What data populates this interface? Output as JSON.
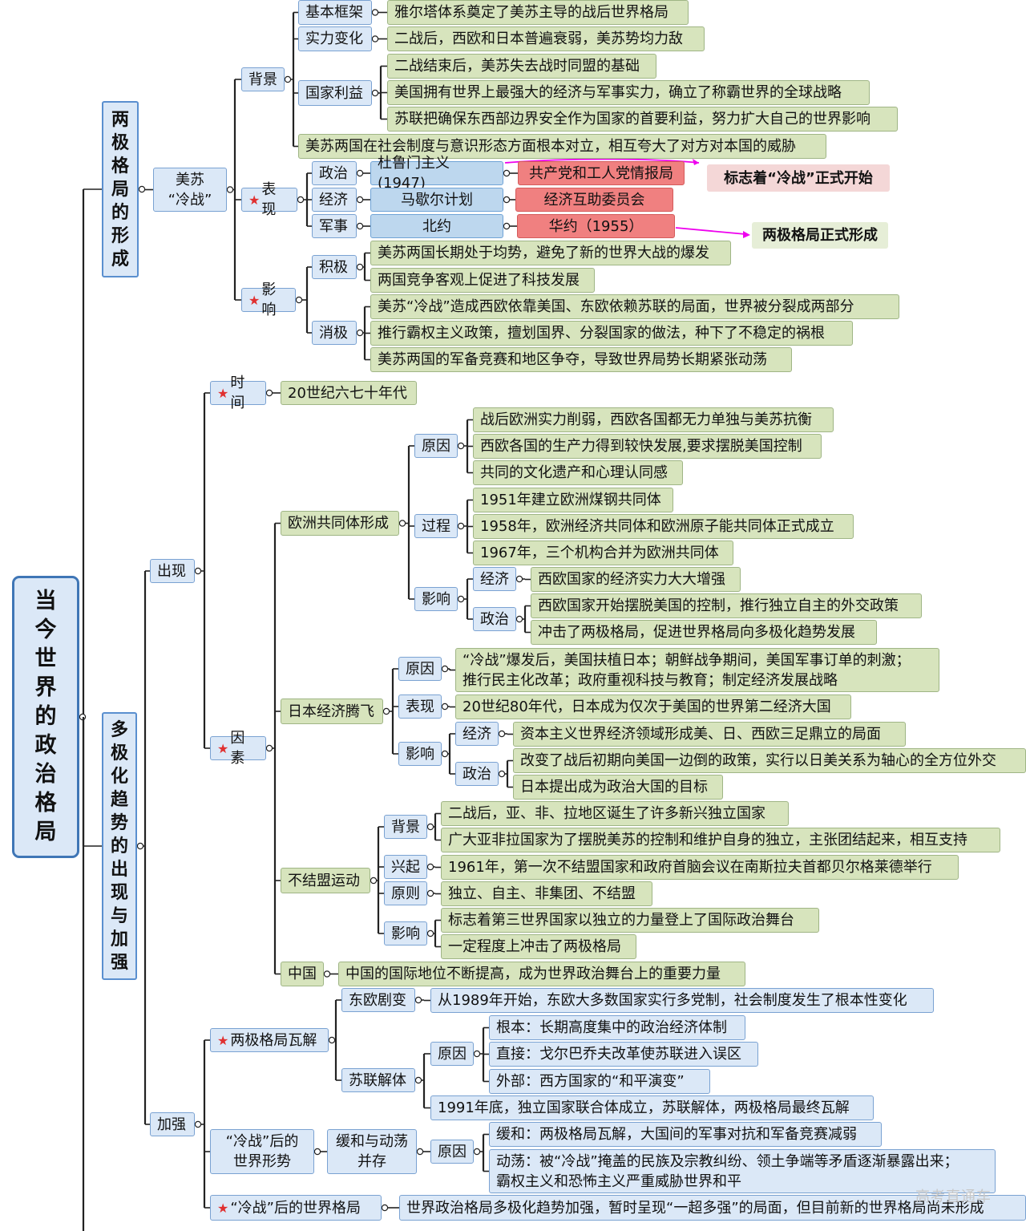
{
  "root": "当今世界的政治格局",
  "branch_a": "两极格局的形成",
  "branch_b": "多极化趋势的出现与加强",
  "coldwar": {
    "title": "美苏\n“冷战”",
    "bg": "背景",
    "bg_frame": "基本框架",
    "bg_frame_text": "雅尔塔体系奠定了美苏主导的战后世界格局",
    "bg_power": "实力变化",
    "bg_power_text": "二战后，西欧和日本普遍衰弱，美苏势均力敌",
    "bg_interest": "国家利益",
    "bg_interest_1": "二战结束后，美苏失去战时同盟的基础",
    "bg_interest_2": "美国拥有世界上最强大的经济与军事实力，确立了称霸世界的全球战略",
    "bg_interest_3": "苏联把确保东西部边界安全作为国家的首要利益，努力扩大自己的世界影响",
    "bg_system": "美苏两国在社会制度与意识形态方面根本对立，相互夸大了对方对本国的威胁",
    "show": "表现",
    "show_pol": "政治",
    "show_pol_us": "杜鲁门主义(1947)",
    "show_pol_su": "共产党和工人党情报局",
    "show_eco": "经济",
    "show_eco_us": "马歇尔计划",
    "show_eco_su": "经济互助委员会",
    "show_mil": "军事",
    "show_mil_us": "北约",
    "show_mil_su": "华约（1955）",
    "note_start": "标志着“冷战”正式开始",
    "note_form": "两极格局正式形成",
    "effect": "影响",
    "eff_pos": "积极",
    "eff_pos_1": "美苏两国长期处于均势，避免了新的世界大战的爆发",
    "eff_pos_2": "两国竞争客观上促进了科技发展",
    "eff_neg": "消极",
    "eff_neg_1": "美苏“冷战”造成西欧依靠美国、东欧依赖苏联的局面，世界被分裂成两部分",
    "eff_neg_2": "推行霸权主义政策，擅划国界、分裂国家的做法，种下了不稳定的祸根",
    "eff_neg_3": "美苏两国的军备竞赛和地区争夺，导致世界局势长期紧张动荡"
  },
  "emerge": {
    "title": "出现",
    "time": "时间",
    "time_text": "20世纪六七十年代",
    "factors": "因素",
    "ec": "欧洲共同体形成",
    "ec_cause": "原因",
    "ec_cause_1": "战后欧洲实力削弱，西欧各国都无力单独与美苏抗衡",
    "ec_cause_2": "西欧各国的生产力得到较快发展,要求摆脱美国控制",
    "ec_cause_3": "共同的文化遗产和心理认同感",
    "ec_proc": "过程",
    "ec_proc_1": "1951年建立欧洲煤钢共同体",
    "ec_proc_2": "1958年，欧洲经济共同体和欧洲原子能共同体正式成立",
    "ec_proc_3": "1967年，三个机构合并为欧洲共同体",
    "ec_eff": "影响",
    "ec_eff_eco": "经济",
    "ec_eff_eco_text": "西欧国家的经济实力大大增强",
    "ec_eff_pol": "政治",
    "ec_eff_pol_1": "西欧国家开始摆脱美国的控制，推行独立自主的外交政策",
    "ec_eff_pol_2": "冲击了两极格局，促进世界格局向多极化趋势发展",
    "jp": "日本经济腾飞",
    "jp_cause": "原因",
    "jp_cause_text": "“冷战”爆发后，美国扶植日本；朝鲜战争期间，美国军事订单的刺激；\n推行民主化改革；政府重视科技与教育；制定经济发展战略",
    "jp_show": "表现",
    "jp_show_text": "20世纪80年代，日本成为仅次于美国的世界第二经济大国",
    "jp_eff": "影响",
    "jp_eff_eco": "经济",
    "jp_eff_eco_text": "资本主义世界经济领域形成美、日、西欧三足鼎立的局面",
    "jp_eff_pol": "政治",
    "jp_eff_pol_1": "改变了战后初期向美国一边倒的政策，实行以日美关系为轴心的全方位外交",
    "jp_eff_pol_2": "日本提出成为政治大国的目标",
    "nam": "不结盟运动",
    "nam_bg": "背景",
    "nam_bg_1": "二战后，亚、非、拉地区诞生了许多新兴独立国家",
    "nam_bg_2": "广大亚非拉国家为了摆脱美苏的控制和维护自身的独立，主张团结起来，相互支持",
    "nam_rise": "兴起",
    "nam_rise_text": "1961年，第一次不结盟国家和政府首脑会议在南斯拉夫首都贝尔格莱德举行",
    "nam_prin": "原则",
    "nam_prin_text": "独立、自主、非集团、不结盟",
    "nam_eff": "影响",
    "nam_eff_1": "标志着第三世界国家以独立的力量登上了国际政治舞台",
    "nam_eff_2": "一定程度上冲击了两极格局",
    "cn": "中国",
    "cn_text": "中国的国际地位不断提高，成为世界政治舞台上的重要力量"
  },
  "strengthen": {
    "title": "加强",
    "collapse": "两极格局瓦解",
    "east_eu": "东欧剧变",
    "east_eu_text": "从1989年开始，东欧大多数国家实行多党制，社会制度发生了根本性变化",
    "ussr": "苏联解体",
    "ussr_cause": "原因",
    "ussr_cause_1": "根本：长期高度集中的政治经济体制",
    "ussr_cause_2": "直接：戈尔巴乔夫改革使苏联进入误区",
    "ussr_cause_3": "外部：西方国家的“和平演变”",
    "ussr_end": "1991年底，独立国家联合体成立，苏联解体，两极格局最终瓦解",
    "post": "“冷战”后的\n世界形势",
    "post_mix": "缓和与动荡\n并存",
    "post_cause": "原因",
    "post_cause_1": "缓和：两极格局瓦解，大国间的军事对抗和军备竞赛减弱",
    "post_cause_2": "动荡：被“冷战”掩盖的民族及宗教纠纷、领土争端等矛盾逐渐暴露出来；\n霸权主义和恐怖主义严重威胁世界和平",
    "pattern": "“冷战”后的世界格局",
    "pattern_text": "世界政治格局多极化趋势加强，暂时呈现“一超多强”的局面，但目前新的世界格局尚未形成"
  },
  "watermark": "高考直通车",
  "colors": {
    "connector": "#222222",
    "arrow": "#ee00ee",
    "star": "#e03030"
  }
}
